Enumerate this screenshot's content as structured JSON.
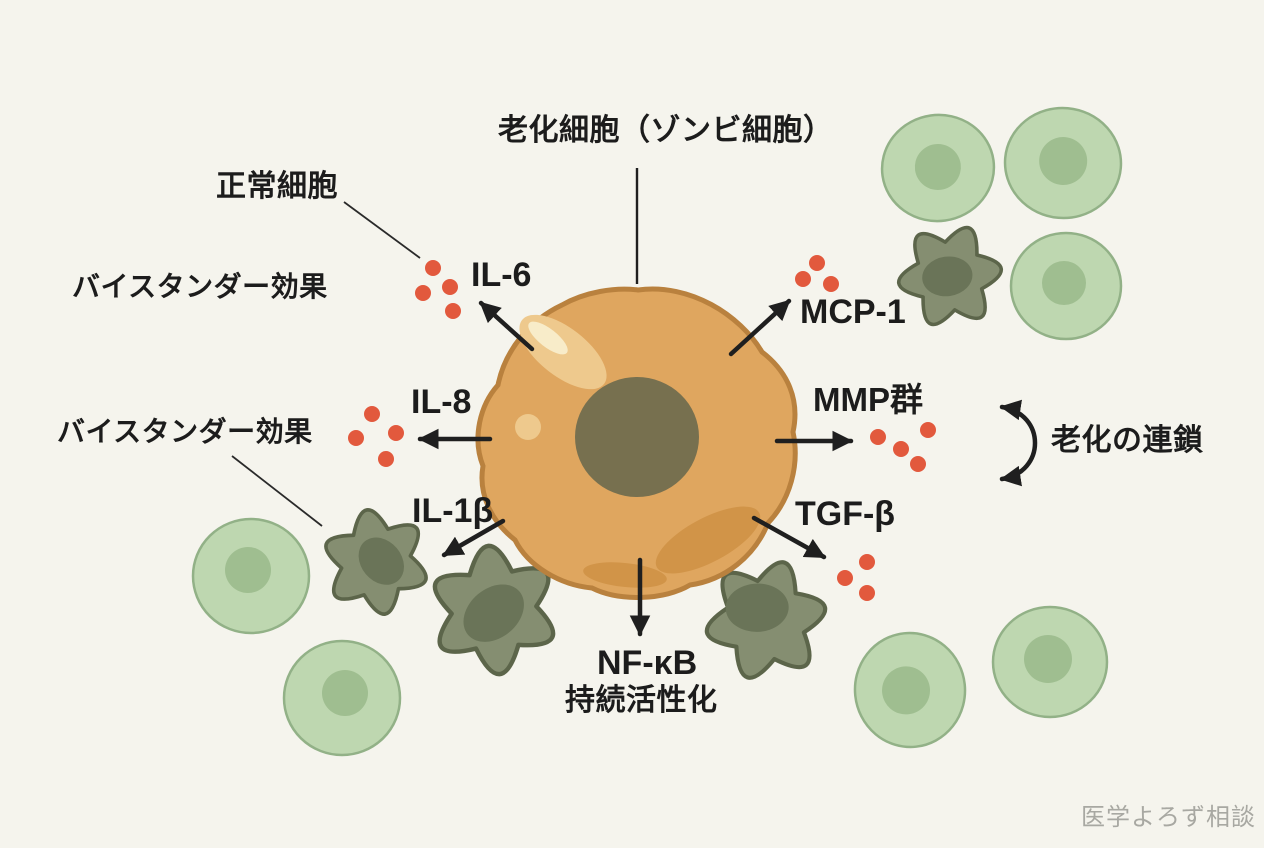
{
  "title": "老化細胞（ゾンビ細胞）",
  "cell_labels": {
    "normal_cell": "正常細胞",
    "bystander_effect_top": "バイスタンダー効果",
    "bystander_effect_bottom": "バイスタンダー効果"
  },
  "secreted_factors": {
    "il6": "IL-6",
    "il8": "IL-8",
    "il1b": "IL-1β",
    "mcp1": "MCP-1",
    "mmp": "MMP群",
    "tgfb": "TGF-β"
  },
  "annotations": {
    "nfkb_line1": "NF-κB",
    "nfkb_line2": "持続活性化",
    "aging_chain": "老化の連鎖",
    "watermark": "医学よろず相談"
  },
  "colors": {
    "background": "#f5f4ed",
    "senescent_cell_body": "#dfa65f",
    "senescent_cell_border": "#b9813e",
    "senescent_cell_nucleus": "#77704f",
    "senescent_cell_highlight": "#eec98d",
    "normal_cell_body": "#bed7b0",
    "normal_cell_border": "#92b187",
    "normal_cell_nucleus": "#9fbe90",
    "affected_cell_body": "#858e71",
    "affected_cell_border": "#5c654a",
    "affected_cell_nucleus": "#6a7458",
    "sasp_dot": "#e2593d",
    "arrow": "#1f1f1f",
    "text": "#1c1c1c",
    "watermark_text": "#a8a8a2"
  }
}
